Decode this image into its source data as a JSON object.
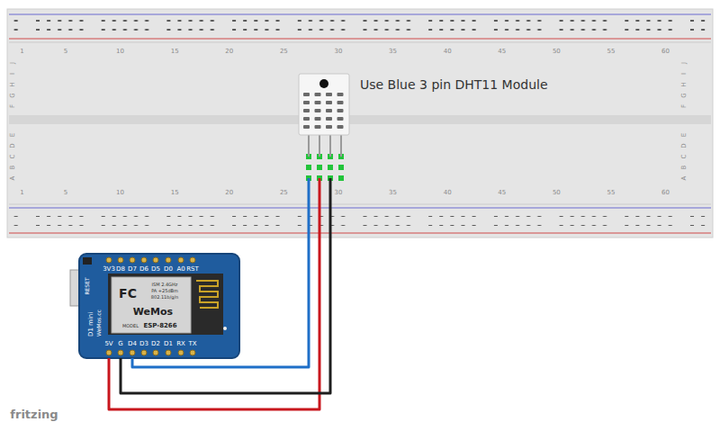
{
  "diagram": {
    "nodes": [
      {
        "text": [
          "Use Blue 3 pin DHT11 Module"
        ]
      },
      {
        "text": [
          "D1 mini",
          "WeMos.cc"
        ]
      }
    ],
    "edges": [
      {
        "from": 0,
        "to": 1,
        "arrow": "none"
      },
      {
        "from": 0,
        "to": 1,
        "arrow": "none"
      },
      {
        "from": 0,
        "to": 1,
        "arrow": "none"
      }
    ],
    "labels": [
      "1",
      "5",
      "10",
      "15",
      "20",
      "25",
      "30",
      "35",
      "40",
      "45",
      "50",
      "55",
      "60",
      "1",
      "5",
      "10",
      "15",
      "20",
      "25",
      "30",
      "35",
      "40",
      "45",
      "50",
      "55",
      "60",
      "J",
      "I",
      "H",
      "G",
      "F",
      "E",
      "D",
      "C",
      "B",
      "A",
      "J",
      "I",
      "H",
      "G",
      "F",
      "E",
      "D",
      "C",
      "B",
      "A",
      "3V3",
      "D8",
      "D7",
      "D6",
      "D5",
      "D0",
      "A0",
      "RST",
      "5V",
      "G",
      "D4",
      "D3",
      "D2",
      "D1",
      "RX",
      "TX",
      "RESET",
      "FC",
      "ISM 2.4GHz",
      "PA +25dBm",
      "802.11b/g/n",
      "WeMos",
      "MODEL",
      "ESP-8266",
      "fritzing"
    ]
  }
}
